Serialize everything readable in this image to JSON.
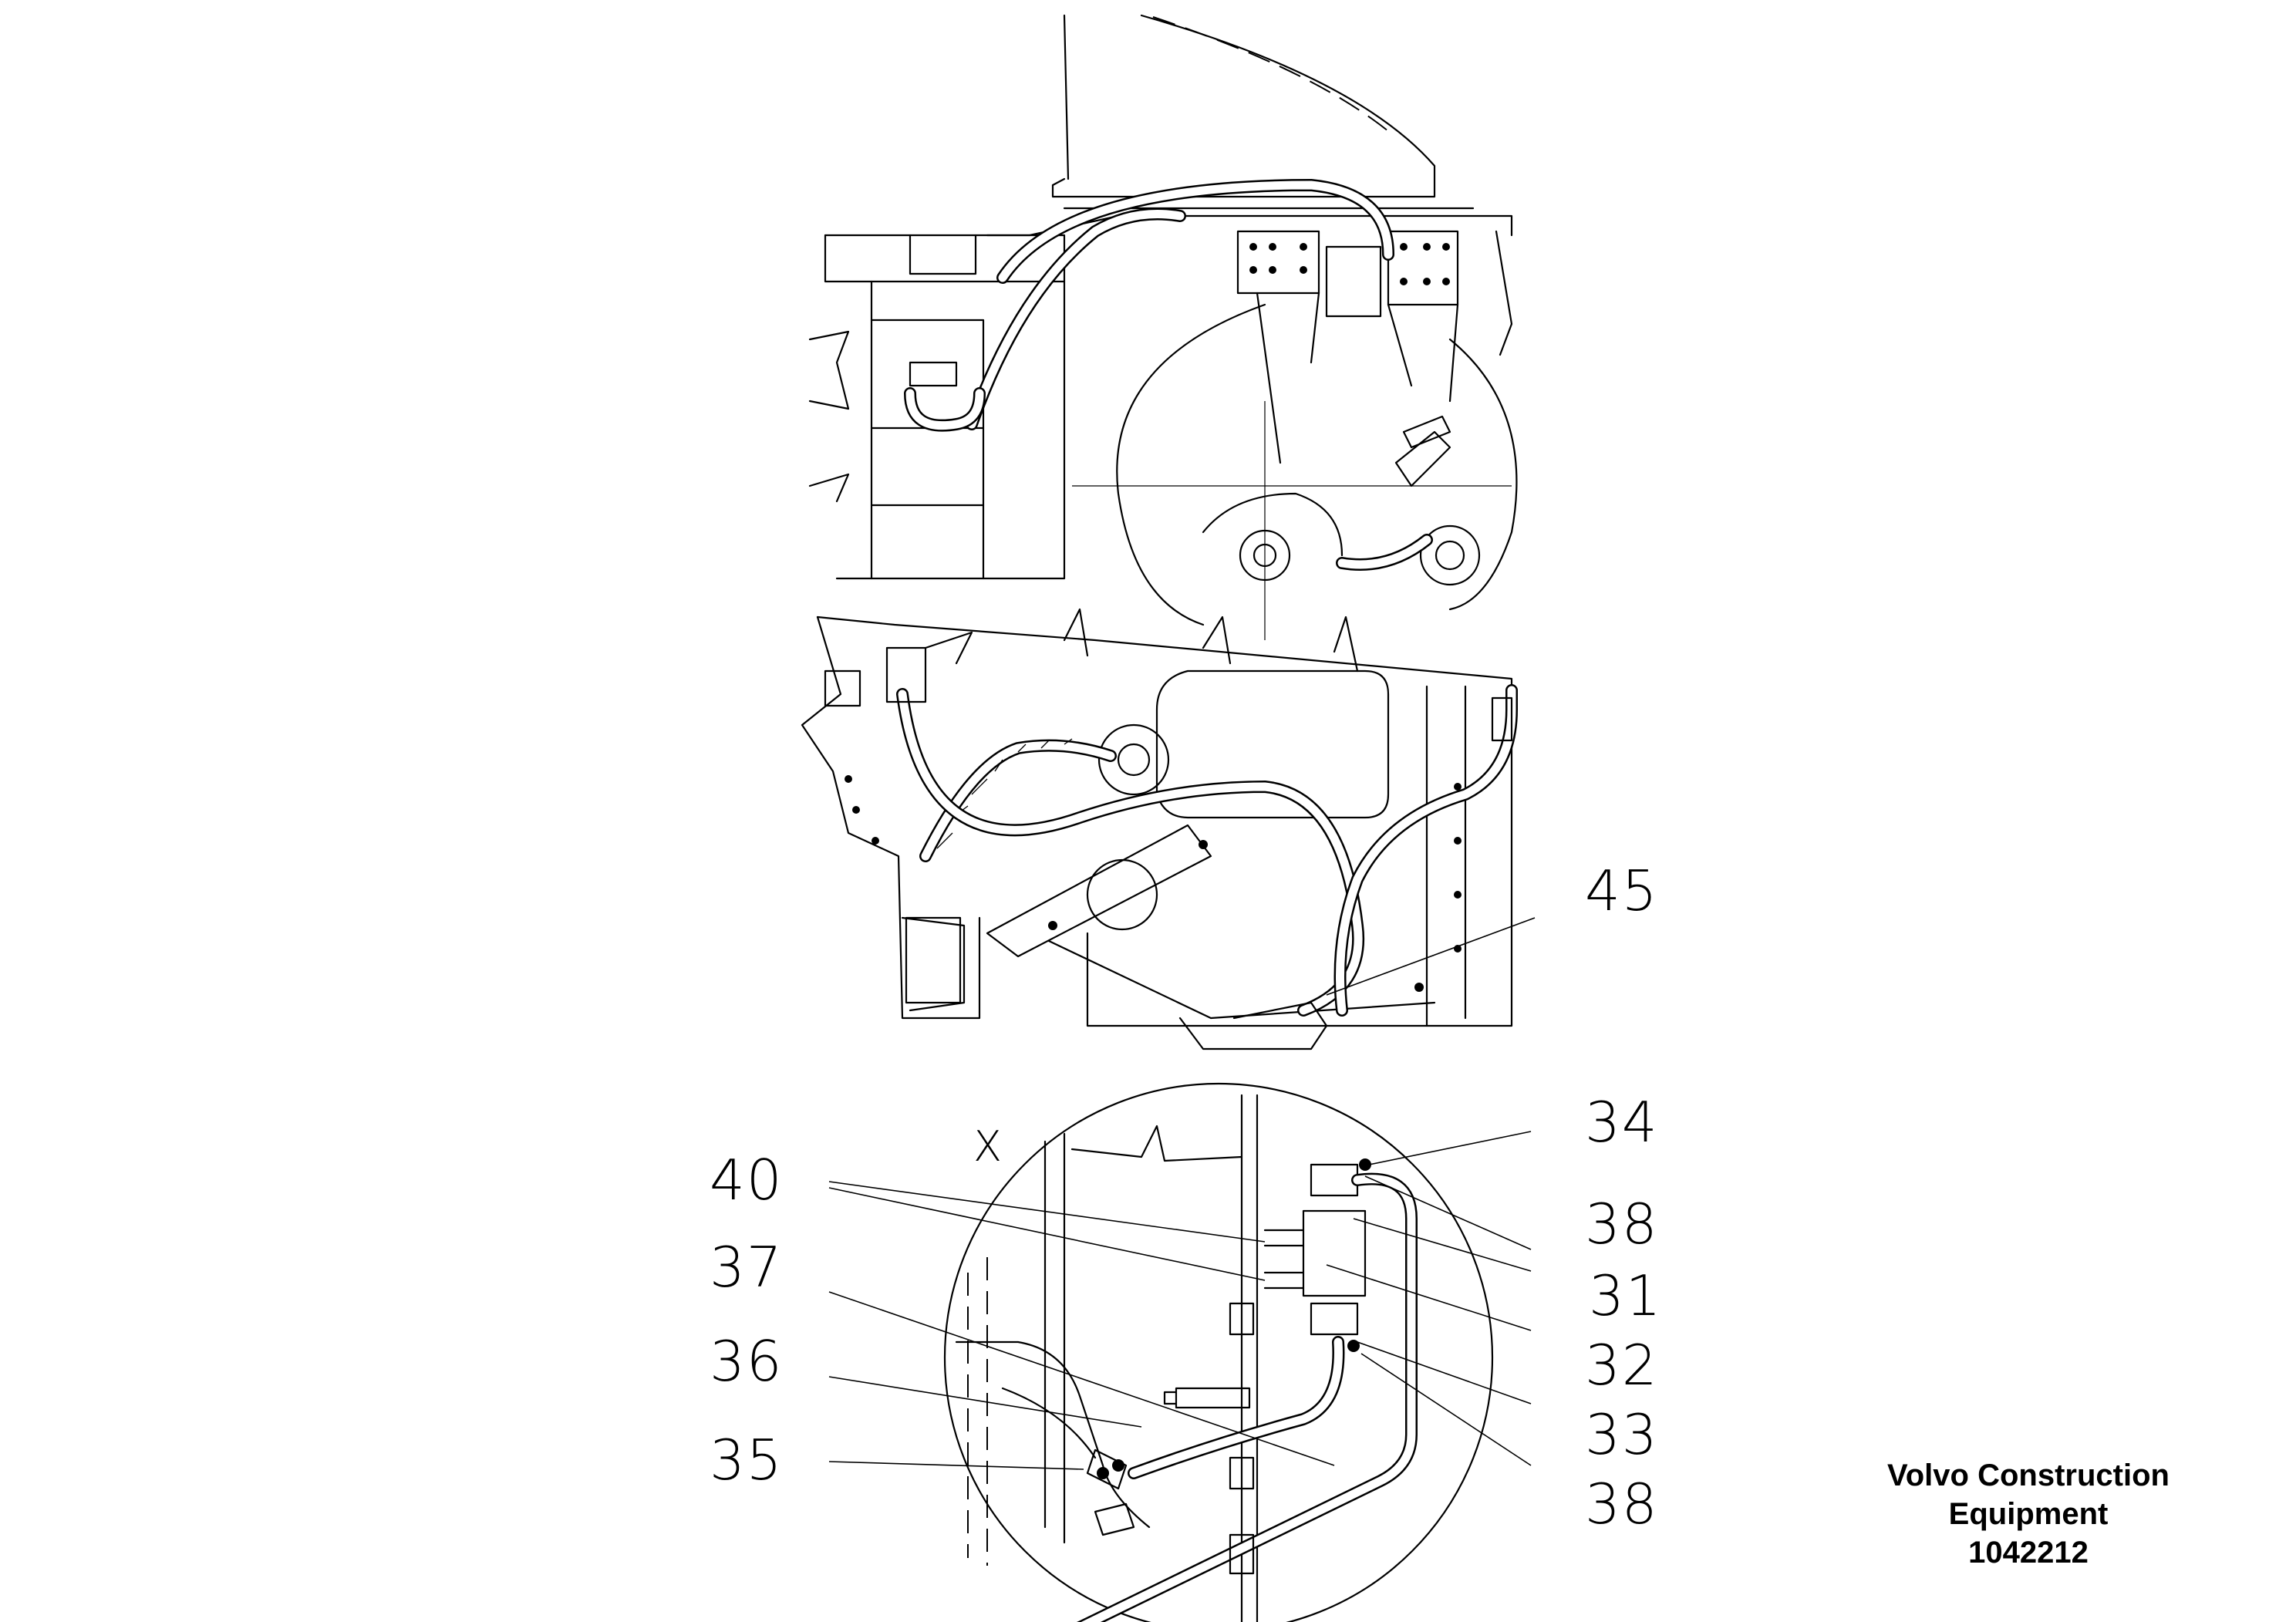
{
  "detail_label": "X",
  "callouts": [
    {
      "id": "45",
      "text": "45"
    },
    {
      "id": "34",
      "text": "34"
    },
    {
      "id": "38a",
      "text": "38"
    },
    {
      "id": "31",
      "text": "31"
    },
    {
      "id": "32",
      "text": "32"
    },
    {
      "id": "33",
      "text": "33"
    },
    {
      "id": "38b",
      "text": "38"
    },
    {
      "id": "40",
      "text": "40"
    },
    {
      "id": "37",
      "text": "37"
    },
    {
      "id": "36",
      "text": "36"
    },
    {
      "id": "35",
      "text": "35"
    }
  ],
  "title_block": {
    "company_line1": "Volvo Construction",
    "company_line2": "Equipment",
    "document_number": "1042212"
  }
}
